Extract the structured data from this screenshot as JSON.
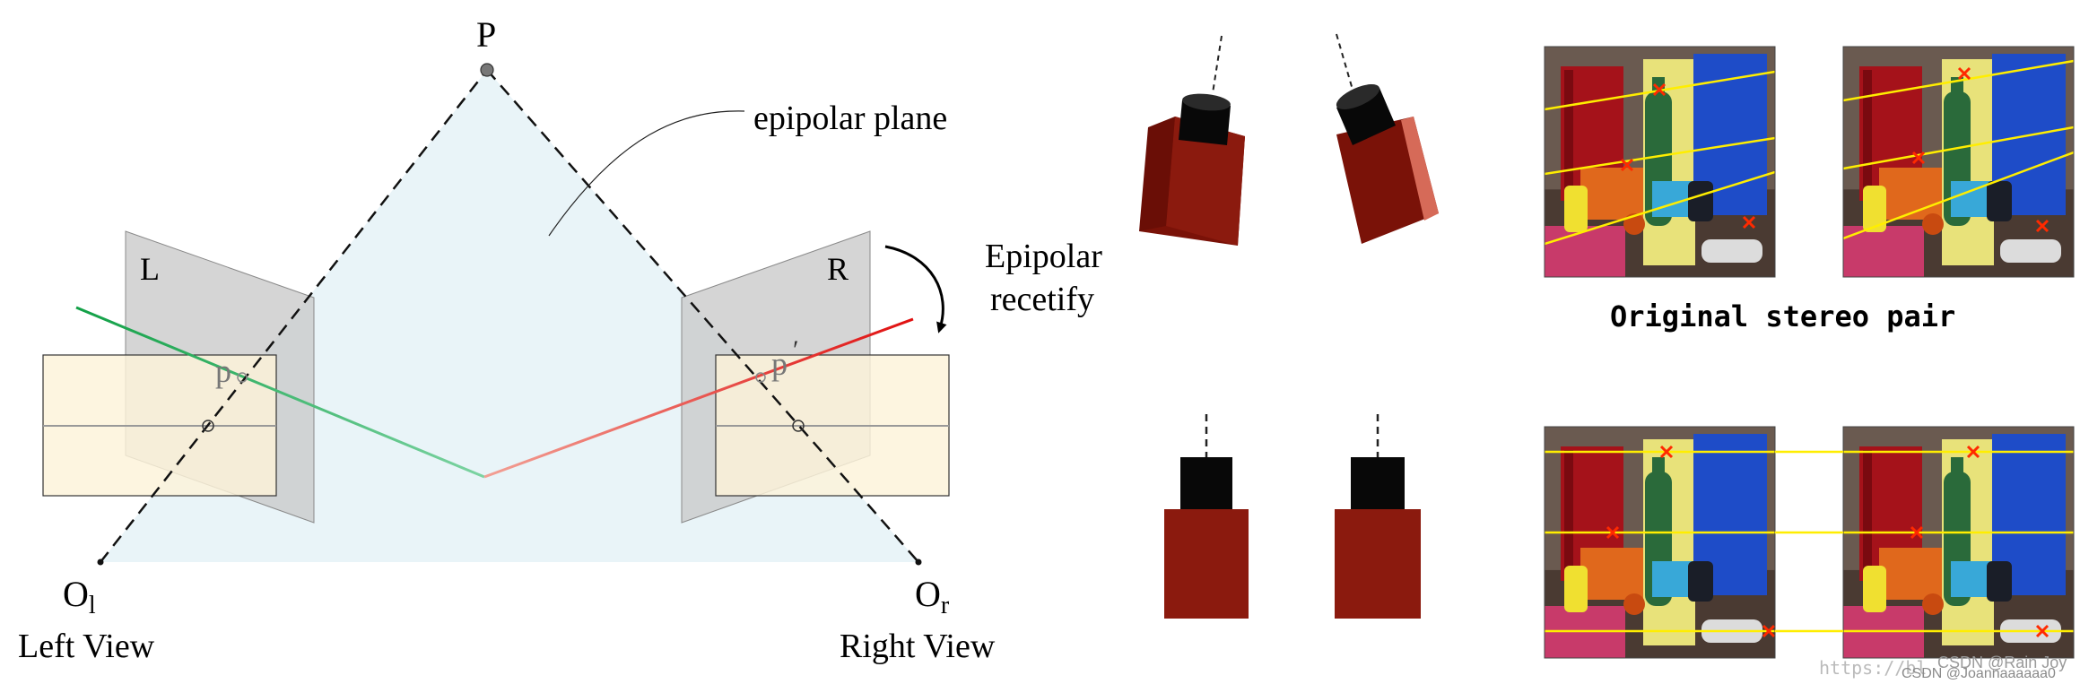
{
  "labels": {
    "point_P": "P",
    "epipolar_plane": "epipolar plane",
    "image_L": "L",
    "image_R": "R",
    "point_p": "p",
    "point_p_prime": "p",
    "prime_mark": "′",
    "O": "O",
    "O_left_sub": "l",
    "O_right_sub": "r",
    "left_view": "Left View",
    "right_view": "Right View",
    "epipolar_rectify_line1": "Epipolar",
    "epipolar_rectify_line2": "recetify",
    "original_pair": "Original stereo pair"
  },
  "watermark": {
    "url": "https://bl",
    "author_top": "CSDN @Rain Joy",
    "author_bottom": "CSDN @Joannaaaaaa0"
  },
  "colors": {
    "plane_fill": "#e9f4f8",
    "image_plane_fill": "#fdf3d9",
    "camera_plane_fill": "#c9c9c9",
    "left_ray": "#1aa04a",
    "right_ray": "#e02020",
    "camera_body": "#7a1208",
    "camera_lens": "#080808",
    "epipolar_line": "#ffee00",
    "marker_x": "#ff2a00",
    "photo_background": "#6a5a50"
  }
}
